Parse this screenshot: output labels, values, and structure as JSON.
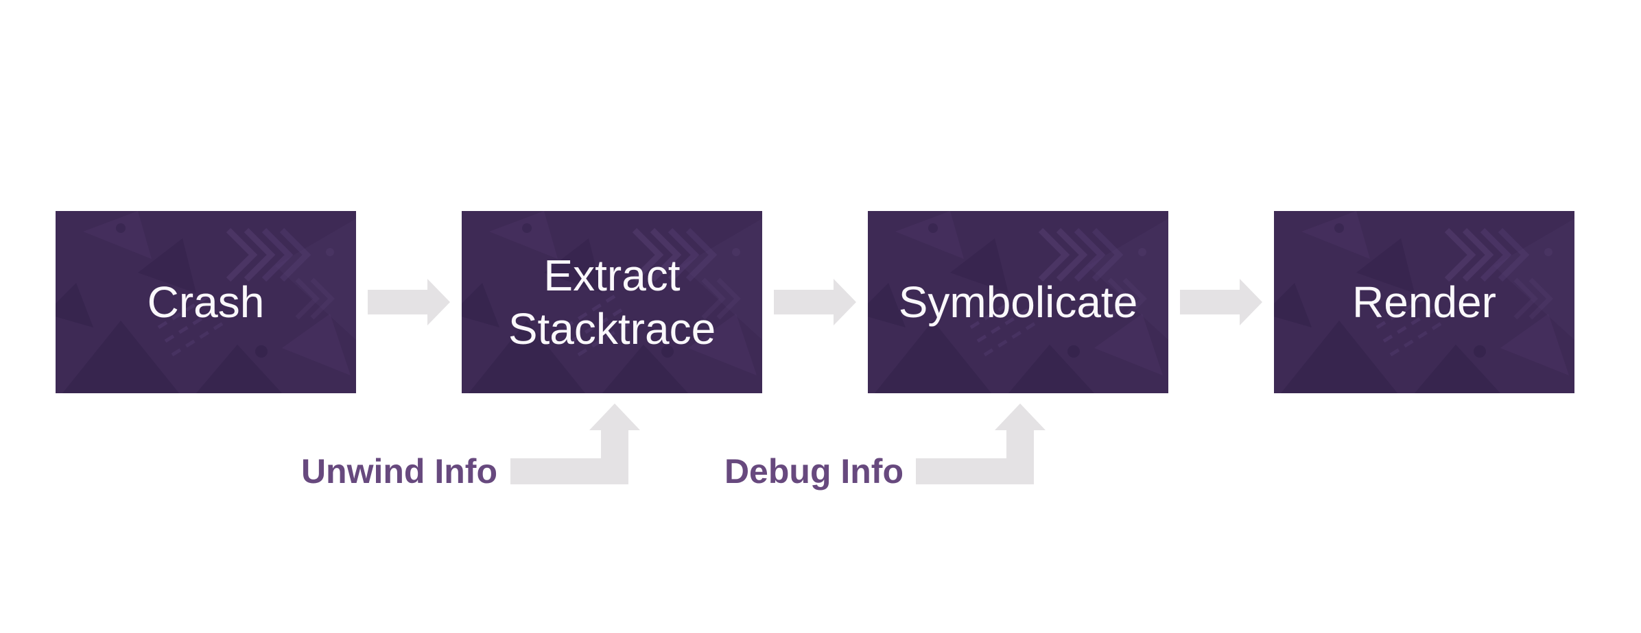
{
  "diagram": {
    "type": "flowchart",
    "steps": [
      {
        "label": "Crash"
      },
      {
        "label": "Extract Stacktrace"
      },
      {
        "label": "Symbolicate"
      },
      {
        "label": "Render"
      }
    ],
    "connectors": [
      {
        "icon": "right-block-arrow-icon",
        "from": "Crash",
        "to": "Extract Stacktrace"
      },
      {
        "icon": "right-block-arrow-icon",
        "from": "Extract Stacktrace",
        "to": "Symbolicate"
      },
      {
        "icon": "right-block-arrow-icon",
        "from": "Symbolicate",
        "to": "Render"
      }
    ],
    "annotations": [
      {
        "label": "Unwind Info",
        "icon": "up-elbow-arrow-icon",
        "points_to": "Extract Stacktrace"
      },
      {
        "label": "Debug Info",
        "icon": "up-elbow-arrow-icon",
        "points_to": "Symbolicate"
      }
    ],
    "colors": {
      "canvas_background": "#FFFFFF",
      "box_background": "#3E2A55",
      "box_pattern_dark": "#2F1F47",
      "box_pattern_light": "#5A4278",
      "box_text": "#FAF8FB",
      "arrow_gray": "#E4E2E4",
      "annotation_text": "#67497E"
    }
  }
}
